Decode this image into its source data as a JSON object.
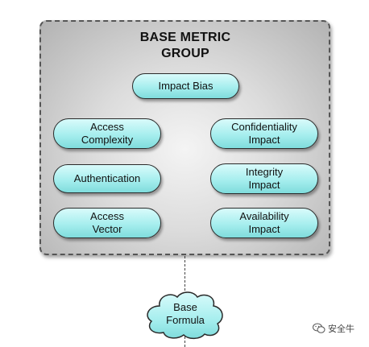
{
  "group": {
    "title_line1": "BASE METRIC",
    "title_line2": "GROUP"
  },
  "metrics": {
    "impact_bias": "Impact Bias",
    "access_complexity": "Access\nComplexity",
    "authentication": "Authentication",
    "access_vector": "Access\nVector",
    "confidentiality_impact": "Confidentiality\nImpact",
    "integrity_impact": "Integrity\nImpact",
    "availability_impact": "Availability\nImpact"
  },
  "formula": {
    "label": "Base\nFormula"
  },
  "watermark": {
    "text": "安全牛",
    "icon": "wechat-icon"
  },
  "colors": {
    "pill_fill": "#a6eeee",
    "group_fill": "#c8c8c8",
    "cloud_fill": "#a6eeee"
  }
}
